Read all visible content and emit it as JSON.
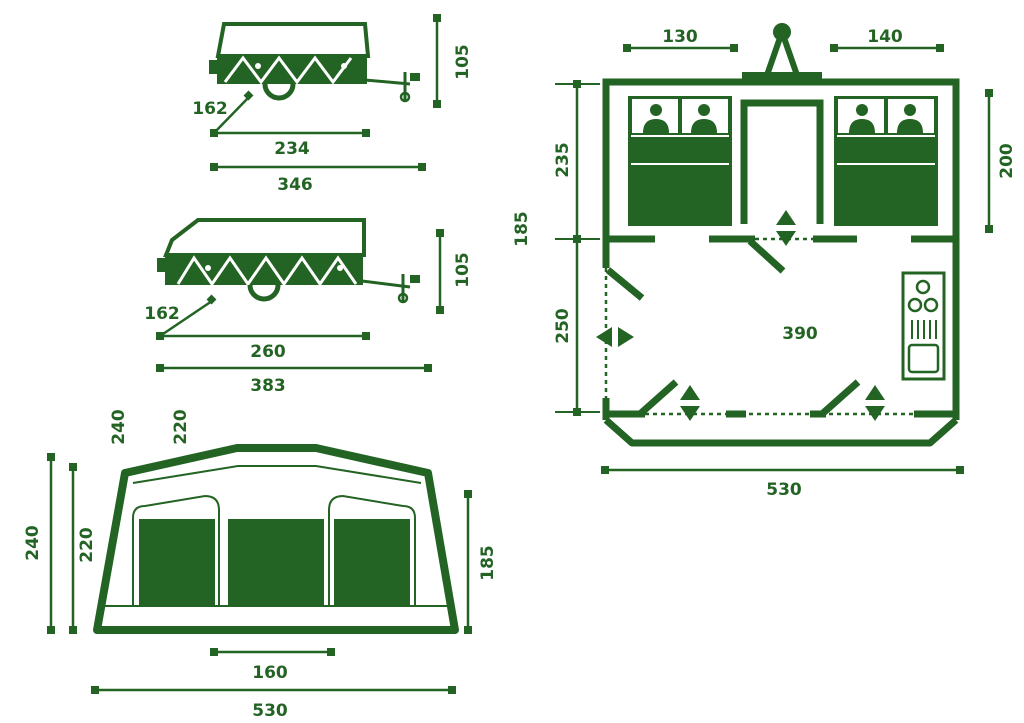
{
  "colors": {
    "primary": "#236323",
    "background": "#ffffff"
  },
  "trailer_top": {
    "height": "105",
    "drawbar": "162",
    "body_length": "234",
    "total_length": "346"
  },
  "trailer_bottom": {
    "height": "105",
    "drawbar": "162",
    "body_length": "260",
    "total_length": "383"
  },
  "front_view": {
    "outer_height": "240",
    "inner_height": "220",
    "side_height": "185",
    "door_width": "160",
    "width": "530",
    "top_label_outer": "240",
    "top_label_inner": "220"
  },
  "floor_plan": {
    "bedroom_left_width": "130",
    "bedroom_right_width": "140",
    "bedroom_depth": "235",
    "bedroom_height": "200",
    "living_depth": "250",
    "side_height": "185",
    "living_width": "390",
    "total_width": "530"
  }
}
